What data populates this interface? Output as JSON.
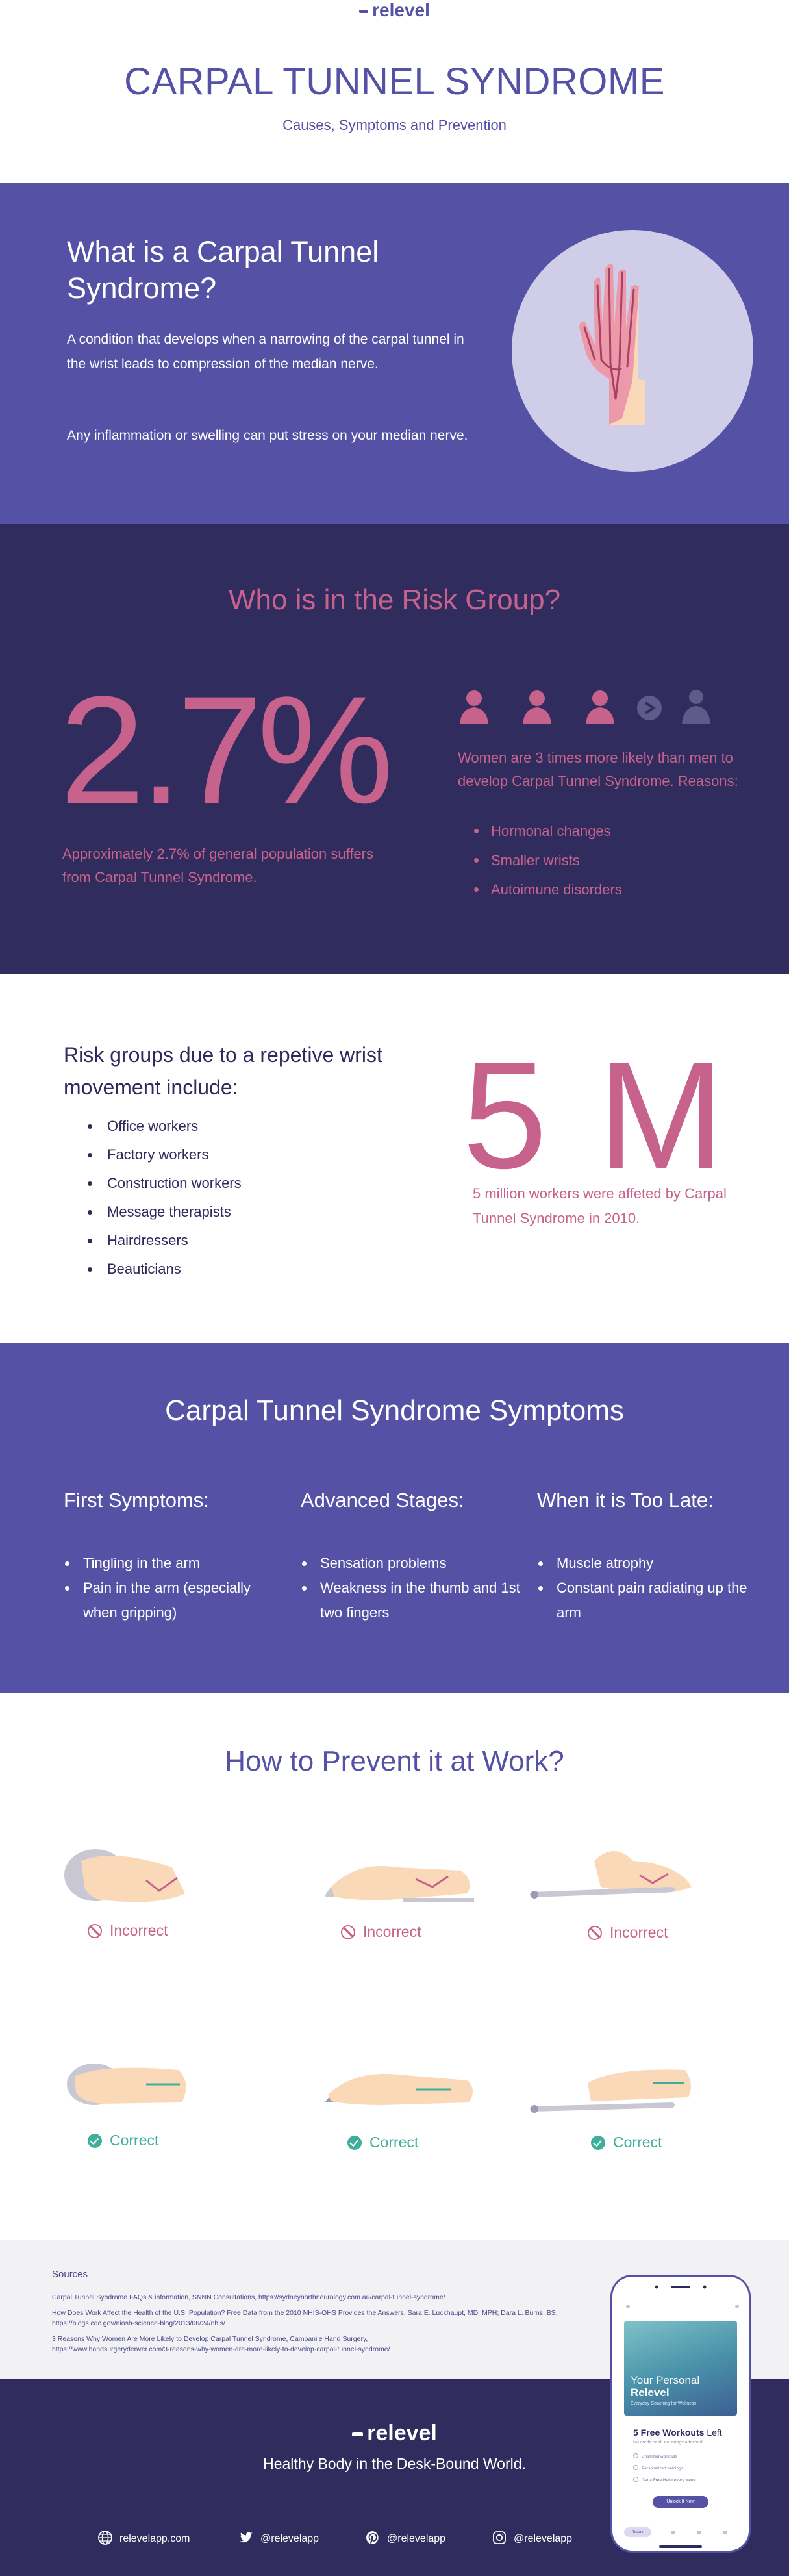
{
  "brand": {
    "logo_text": "relevel"
  },
  "header": {
    "title": "CARPAL TUNNEL SYNDROME",
    "subtitle": "Causes, Symptoms and Prevention"
  },
  "what_is": {
    "heading": "What is a Carpal Tunnel Syndrome?",
    "paragraph_1": "A condition that develops when a narrowing of the carpal tunnel in the wrist leads to compression of the median nerve.",
    "paragraph_2": "Any inflammation or swelling can put stress on your median nerve."
  },
  "risk_group": {
    "heading": "Who is in the Risk Group?",
    "big_stat": "2.7%",
    "big_stat_caption": "Approximately 2.7% of general population suffers from Carpal Tunnel Syndrome.",
    "women_text": "Women are 3 times more likely than men to develop Carpal Tunnel Syndrome. Reasons:",
    "reasons": [
      "Hormonal changes",
      "Smaller wrists",
      "Autoimune disorders"
    ]
  },
  "repetitive": {
    "heading": "Risk groups due to a repetive wrist movement include:",
    "groups": [
      "Office workers",
      "Factory workers",
      "Construction workers",
      "Message therapists",
      "Hairdressers",
      "Beauticians"
    ],
    "big_stat": "5 M",
    "caption": "5 million workers were affeted by Carpal Tunnel Syndrome in 2010."
  },
  "symptoms": {
    "heading": "Carpal Tunnel Syndrome Symptoms",
    "columns": [
      {
        "title": "First Symptoms:",
        "items": [
          "Tingling in the arm",
          "Pain in the arm (especially when gripping)"
        ]
      },
      {
        "title": "Advanced Stages:",
        "items": [
          "Sensation problems",
          "Weakness in the thumb and 1st two fingers"
        ]
      },
      {
        "title": "When it is Too Late:",
        "items": [
          "Muscle atrophy",
          "Constant pain radiating up the arm"
        ]
      }
    ]
  },
  "prevent": {
    "heading": "How to Prevent it at Work?",
    "incorrect_label": "Incorrect",
    "correct_label": "Correct"
  },
  "sources": {
    "title": "Sources",
    "lines": [
      "Carpal Tunnel Syndrome FAQs & information, SNNN Consultations, https://sydneynorthneurology.com.au/carpal-tunnel-syndrome/",
      "How Does Work Affect the Health of the U.S. Population? Free Data from the 2010 NHIS-OHS Provides the Answers, Sara E. Luckhaupt, MD, MPH; Dara L. Burns, BS,",
      "https://blogs.cdc.gov/niosh-science-blog/2013/06/24/nhis/",
      "3 Reasons Why Women Are More Likely to Develop Carpal Tunnel Syndrome, Campanile Hand Surgery,",
      "https://www.handsurgerydenver.com/3-reasons-why-women-are-more-likely-to-develop-carpal-tunnel-syndrome/"
    ]
  },
  "phone": {
    "hero_line_1": "Your Personal",
    "hero_line_2": "Relevel",
    "hero_caption": "Everyday Coaching for Wellness",
    "workouts_count": "5 Free Workouts",
    "workouts_suffix": "Left",
    "workouts_sub": "No credit card, no strings attached",
    "items": [
      "Unlimited workouts",
      "Personalized trainings",
      "Get a Free Habit every week"
    ],
    "button": "Unlock It Now",
    "tab_label": "Today"
  },
  "footer": {
    "tagline": "Healthy Body in the Desk-Bound World.",
    "website": "relevelapp.com",
    "twitter": "@relevelapp",
    "pinterest": "@relevelapp",
    "instagram": "@relevelapp"
  },
  "colors": {
    "purple": "#5552a6",
    "dark_navy": "#302d5e",
    "pink": "#c7628c",
    "teal": "#3fae9a"
  }
}
